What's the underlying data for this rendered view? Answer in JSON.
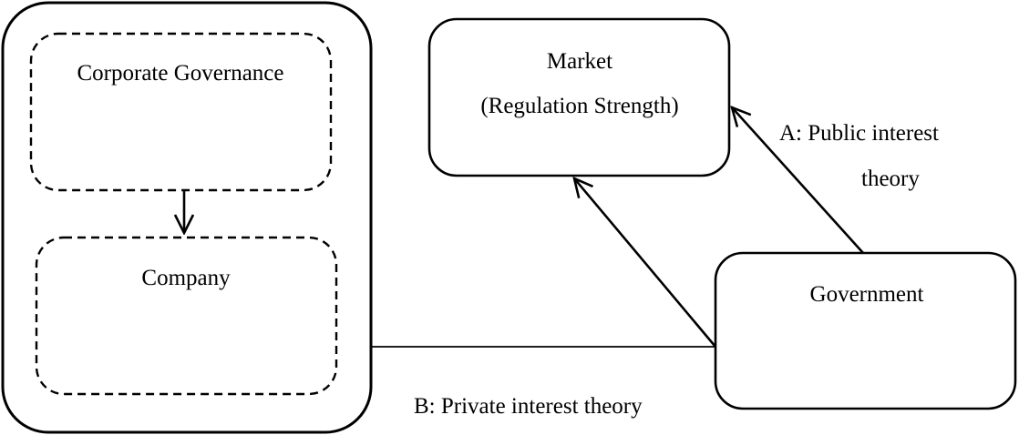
{
  "nodes": {
    "corporate_governance": "Corporate Governance",
    "company": "Company",
    "market_line1": "Market",
    "market_line2": "(Regulation Strength)",
    "government": "Government"
  },
  "edges": {
    "public_interest_line1": "A: Public interest",
    "public_interest_line2": "theory",
    "private_interest": "B: Private interest theory"
  }
}
